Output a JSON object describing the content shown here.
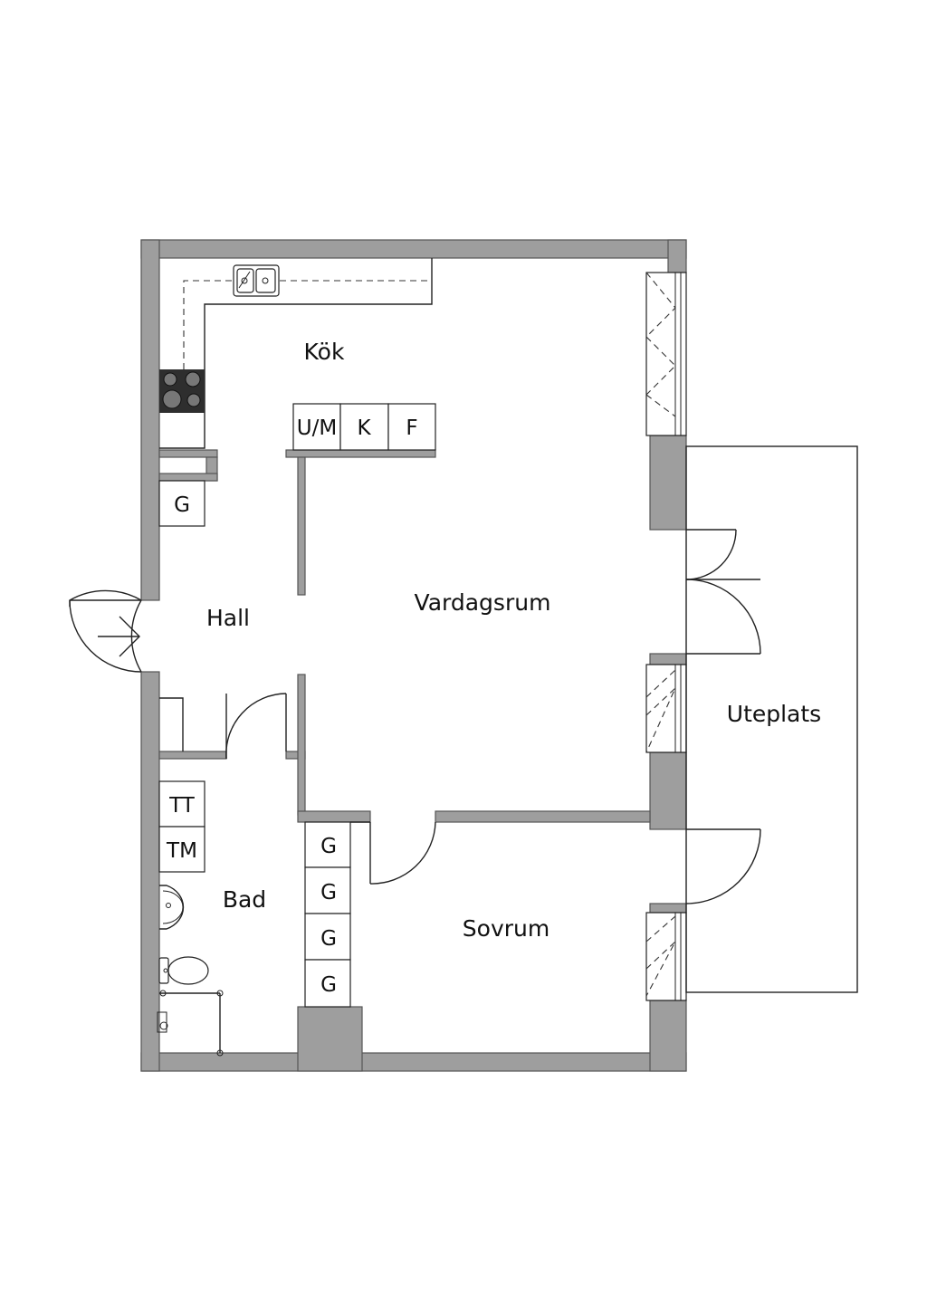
{
  "rooms": {
    "kok": "Kök",
    "hall": "Hall",
    "vardagsrum": "Vardagsrum",
    "uteplats": "Uteplats",
    "bad": "Bad",
    "sovrum": "Sovrum"
  },
  "fixtures": {
    "kitchen_um": "U/M",
    "kitchen_k": "K",
    "kitchen_f": "F",
    "hall_g": "G",
    "bath_tt": "TT",
    "bath_tm": "TM",
    "bedroom_g": [
      "G",
      "G",
      "G",
      "G"
    ]
  },
  "colors": {
    "wall_fill": "#9e9e9e",
    "line": "#222222",
    "background": "#ffffff"
  }
}
